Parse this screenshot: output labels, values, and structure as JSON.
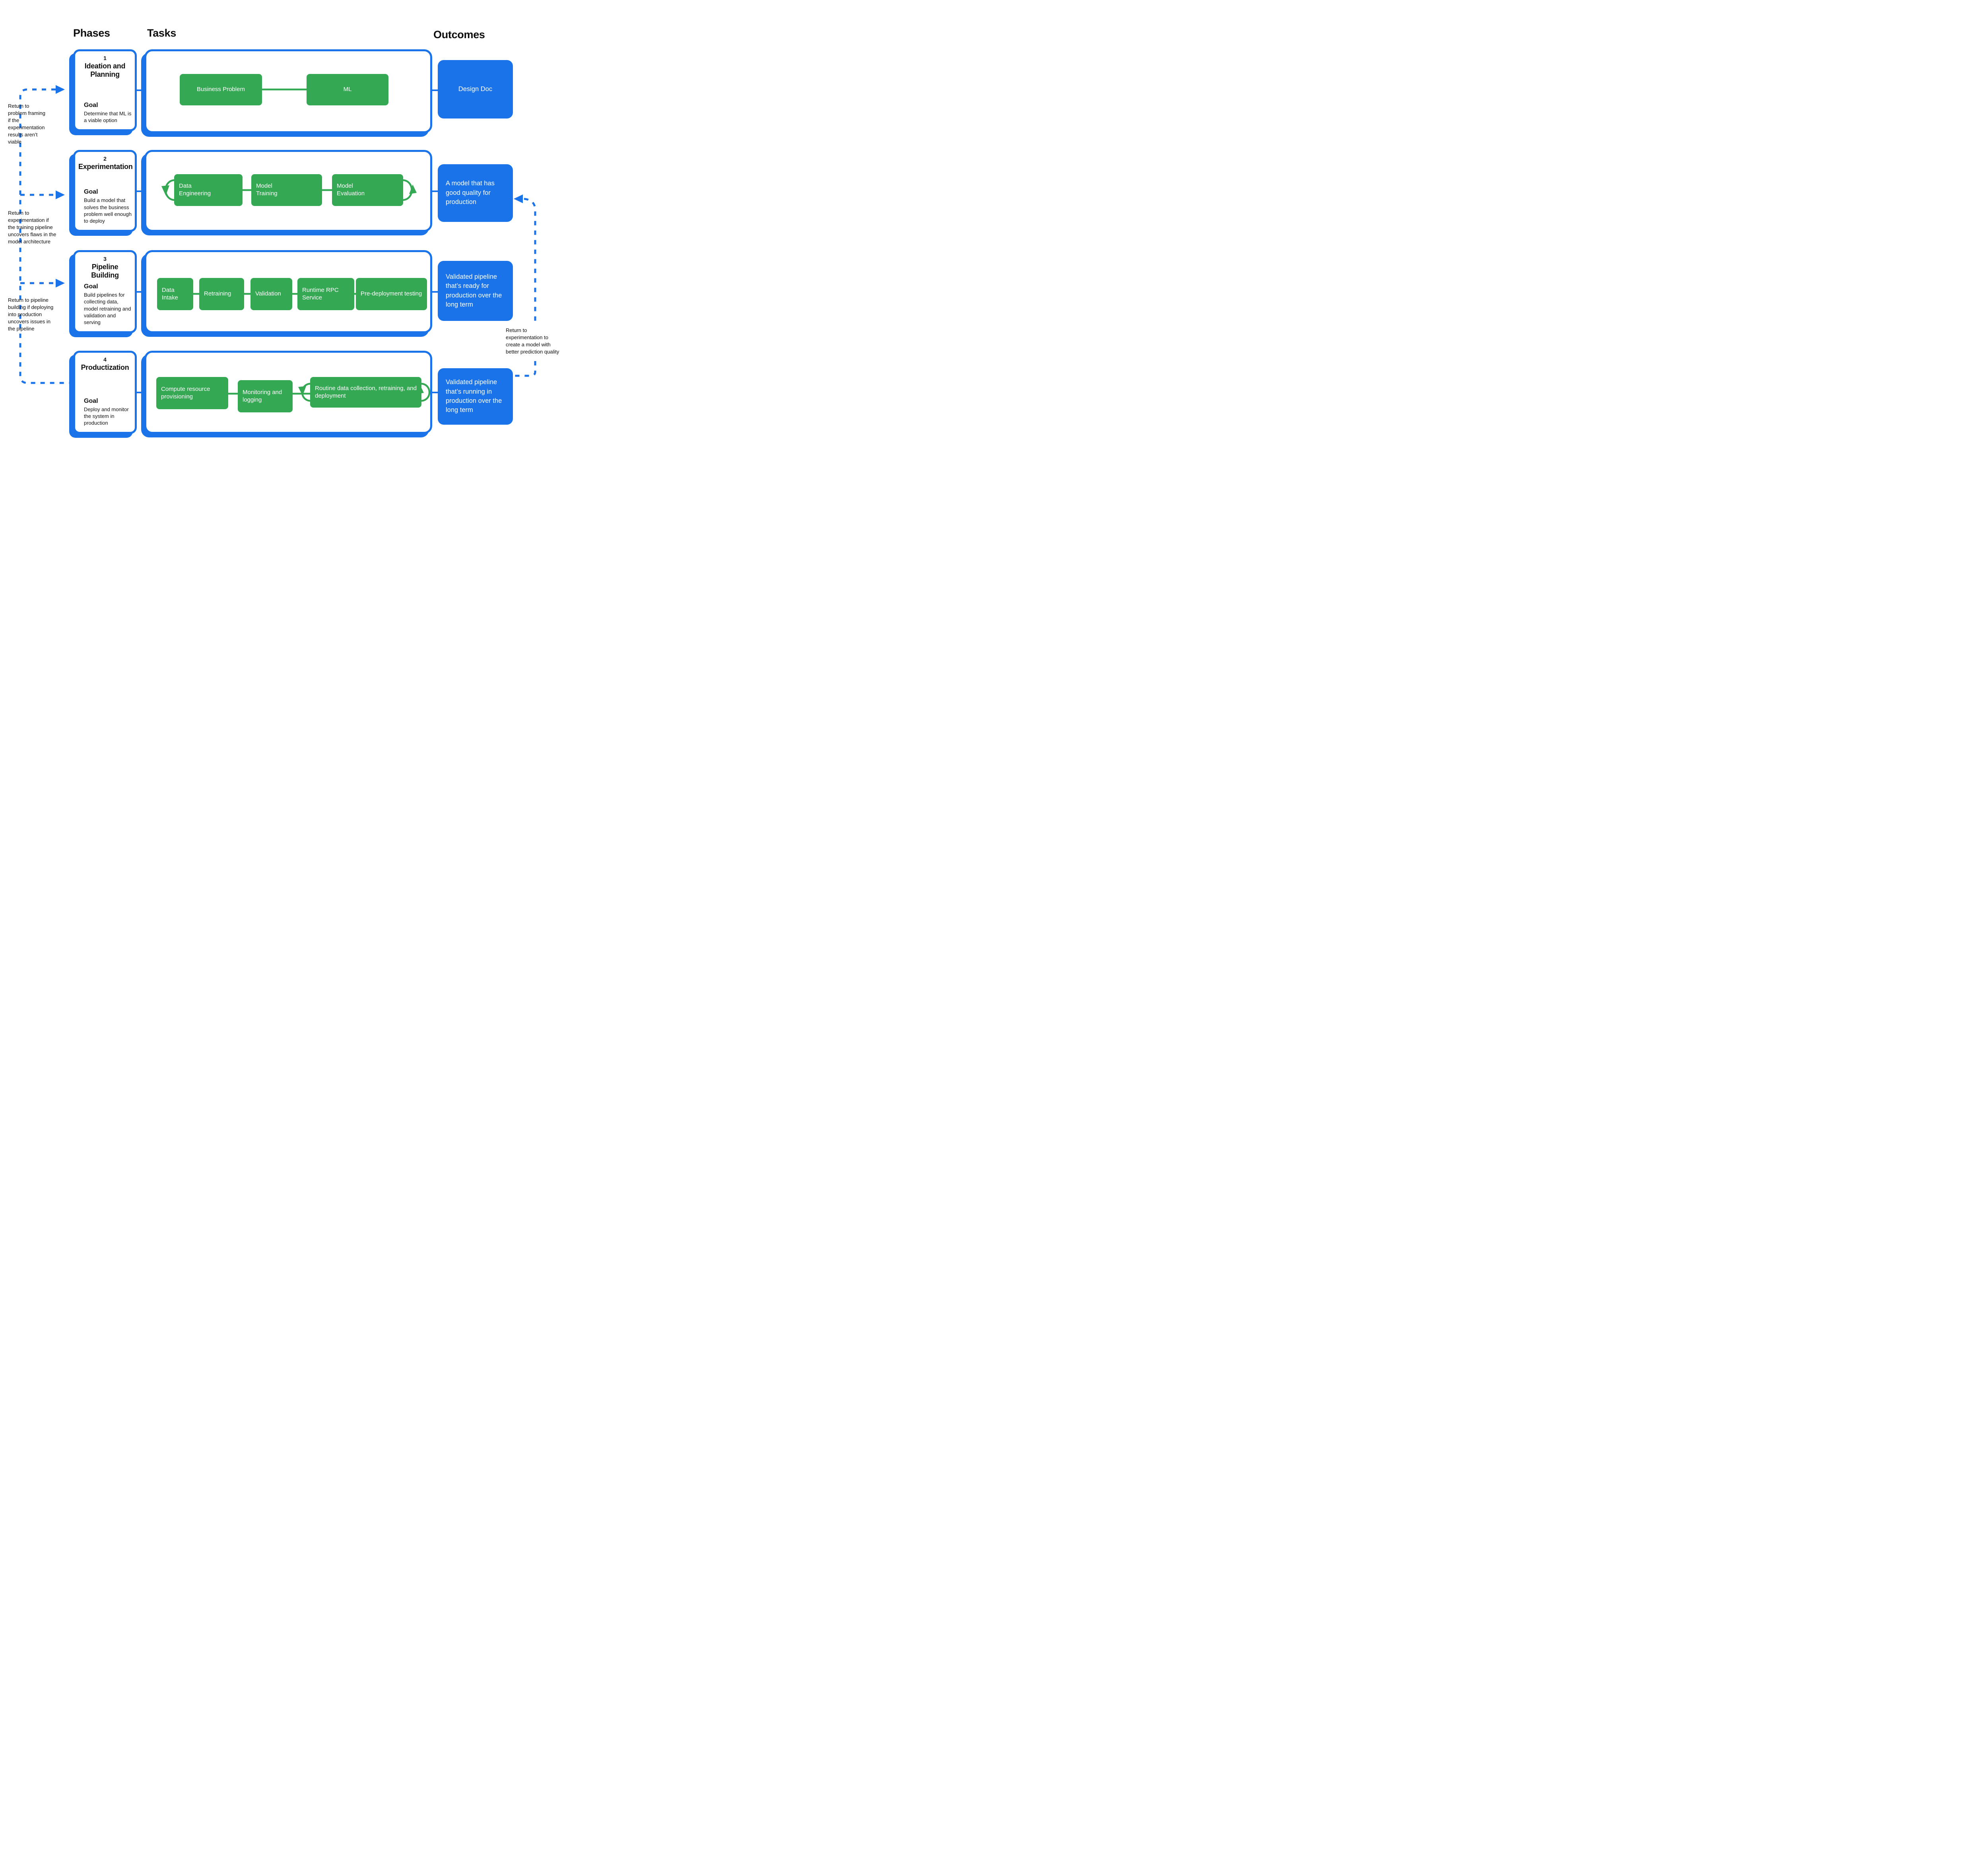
{
  "header": {
    "phases": "Phases",
    "tasks": "Tasks",
    "outcomes": "Outcomes"
  },
  "colors": {
    "blue": "#1a73e8",
    "green": "#34a853",
    "text": "#0d0d0d"
  },
  "rows": [
    {
      "number": "1",
      "title": "Ideation and Planning",
      "goal_label": "Goal",
      "goal": "Determine that ML is a viable option",
      "tasks": [
        "Business Problem",
        "ML"
      ],
      "outcome": "Design Doc"
    },
    {
      "number": "2",
      "title": "Experimentation",
      "goal_label": "Goal",
      "goal": "Build a model that solves the business problem well enough to deploy",
      "tasks": [
        "Data Engineering",
        "Model Training",
        "Model Evaluation"
      ],
      "outcome": "A model that has good quality for production"
    },
    {
      "number": "3",
      "title": "Pipeline Building",
      "goal_label": "Goal",
      "goal": "Build pipelines for collecting data, model retraining and validation and serving",
      "tasks": [
        "Data Intake",
        "Retraining",
        "Validation",
        "Runtime RPC Service",
        "Pre-deployment testing"
      ],
      "outcome": "Validated pipeline that’s ready for production over the long term"
    },
    {
      "number": "4",
      "title": "Productization",
      "goal_label": "Goal",
      "goal": "Deploy and monitor the system in production",
      "tasks": [
        "Compute resource provisioning",
        "Monitoring and logging",
        "Routine data collection, retraining, and deployment"
      ],
      "outcome": "Validated pipeline that’s running in production over the long term"
    }
  ],
  "annotations": {
    "left": [
      "Return to problem framing if the experimentation results aren’t viable",
      "Return to experimentation if the training pipeline uncovers flaws in the model architecture",
      "Return to pipeline building if deploying into production uncovers issues in the pipeline"
    ],
    "right": "Return to experimentation to create a model with better prediction quality"
  }
}
